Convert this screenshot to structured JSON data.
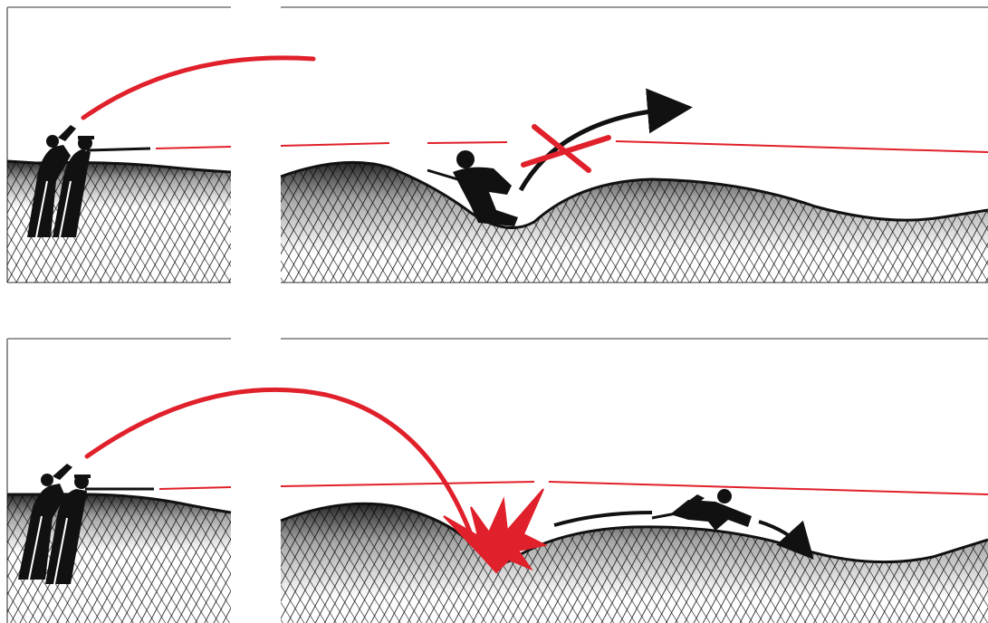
{
  "colors": {
    "background": "#ffffff",
    "ink": "#111111",
    "frame": "#777777",
    "trajectory": "#e0202a",
    "movement_arrow": "#111111"
  },
  "panels": [
    {
      "id": "top",
      "elements": {
        "riflemen_icon": "soldiers-firing-from-trench",
        "high_angle_shot_icon": "grenade-arc",
        "flat_shot_icon": "direct-fire-line",
        "enemy_icon": "crouching-soldier-in-dip",
        "blocked_icon": "red-x",
        "movement_icon": "curved-arrow"
      }
    },
    {
      "id": "bottom",
      "elements": {
        "riflemen_icon": "soldiers-firing-from-trench",
        "high_angle_shot_icon": "grenade-arc",
        "flat_shot_icon": "direct-fire-line",
        "impact_icon": "explosion-burst",
        "enemy_icon": "prone-crawling-soldier",
        "movement_icon": "curved-arrow"
      }
    }
  ]
}
